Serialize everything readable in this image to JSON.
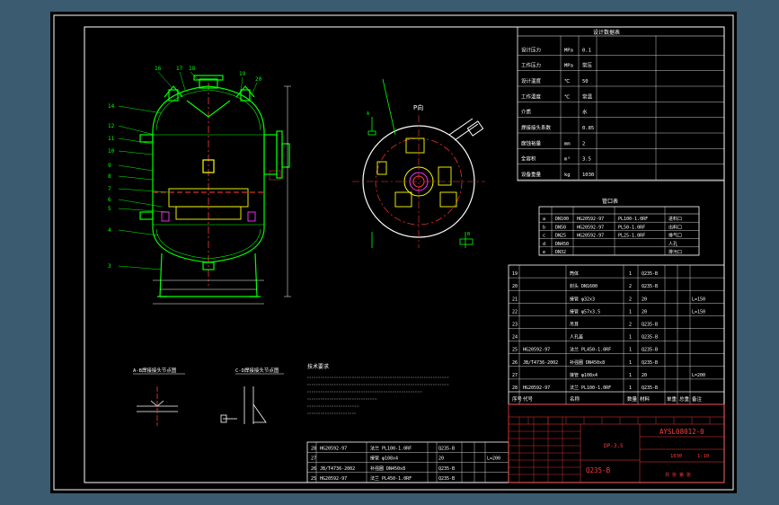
{
  "drawing": {
    "view_label": "P向",
    "drawing_number": "AYSL08012-0",
    "material": "Q235-B",
    "scale": "1:10",
    "weight": "1030",
    "spec_code": "DP-3.5",
    "sheet_label": "共 张 第 张",
    "detail_a_title": "A-B焊接接头节点图",
    "detail_b_title": "C-D焊接接头节点图",
    "tech_req_title": "技术要求",
    "design_table_title": "设计数据表",
    "nozzle_table_title": "管口表",
    "bom_header": [
      "序号",
      "代号",
      "名称",
      "数量",
      "材料",
      "单重",
      "总重",
      "备注"
    ],
    "bom_rows": [
      {
        "no": "28",
        "code": "HG20592-97",
        "name": "法兰 PL100-1.0RF",
        "qty": "1",
        "mat": "Q235-B",
        "w": "",
        "tw": ""
      },
      {
        "no": "27",
        "code": "",
        "name": "接管 φ108x4",
        "qty": "1",
        "mat": "20",
        "w": "",
        "tw": "L=200"
      },
      {
        "no": "26",
        "code": "JB/T4736-2002",
        "name": "补强圈 DN450x8",
        "qty": "1",
        "mat": "Q235-B",
        "w": "",
        "tw": ""
      },
      {
        "no": "25",
        "code": "HG20592-97",
        "name": "法兰 PL450-1.0RF",
        "qty": "1",
        "mat": "Q235-B",
        "w": "",
        "tw": ""
      },
      {
        "no": "24",
        "code": "",
        "name": "人孔盖",
        "qty": "1",
        "mat": "Q235-B",
        "w": "",
        "tw": ""
      },
      {
        "no": "23",
        "code": "",
        "name": "吊耳",
        "qty": "2",
        "mat": "Q235-B",
        "w": "",
        "tw": ""
      },
      {
        "no": "22",
        "code": "",
        "name": "接管 φ57x3.5",
        "qty": "1",
        "mat": "20",
        "w": "",
        "tw": "L=150"
      },
      {
        "no": "21",
        "code": "",
        "name": "接管 φ32x3",
        "qty": "2",
        "mat": "20",
        "w": "",
        "tw": "L=150"
      },
      {
        "no": "20",
        "code": "",
        "name": "封头 DN1600",
        "qty": "2",
        "mat": "Q235-B",
        "w": "",
        "tw": ""
      },
      {
        "no": "19",
        "code": "",
        "name": "筒体",
        "qty": "1",
        "mat": "Q235-B",
        "w": "",
        "tw": ""
      }
    ],
    "design_rows": [
      [
        "设计压力",
        "MPa",
        "0.1"
      ],
      [
        "工作压力",
        "MPa",
        "常压"
      ],
      [
        "设计温度",
        "℃",
        "50"
      ],
      [
        "工作温度",
        "℃",
        "常温"
      ],
      [
        "介质",
        "",
        "水"
      ],
      [
        "焊接接头系数",
        "",
        "0.85"
      ],
      [
        "腐蚀裕量",
        "mm",
        "2"
      ],
      [
        "全容积",
        "m³",
        "3.5"
      ],
      [
        "设备重量",
        "kg",
        "1030"
      ]
    ],
    "nozzle_rows": [
      [
        "a",
        "DN100",
        "HG20592-97",
        "PL100-1.0RF",
        "进料口"
      ],
      [
        "b",
        "DN50",
        "HG20592-97",
        "PL50-1.0RF",
        "出料口"
      ],
      [
        "c",
        "DN25",
        "HG20592-97",
        "PL25-1.0RF",
        "排气口"
      ],
      [
        "d",
        "DN450",
        "",
        "",
        "人孔"
      ],
      [
        "e",
        "DN32",
        "",
        "",
        "排污口"
      ]
    ]
  },
  "colors": {
    "background": "#000000",
    "border": "#ffffff",
    "geometry": "#00ff00",
    "dimension": "#ffffff",
    "red": "#ff3b3b",
    "yellow": "#ffff00",
    "magenta": "#ff33ff",
    "cyan": "#00ffff"
  }
}
